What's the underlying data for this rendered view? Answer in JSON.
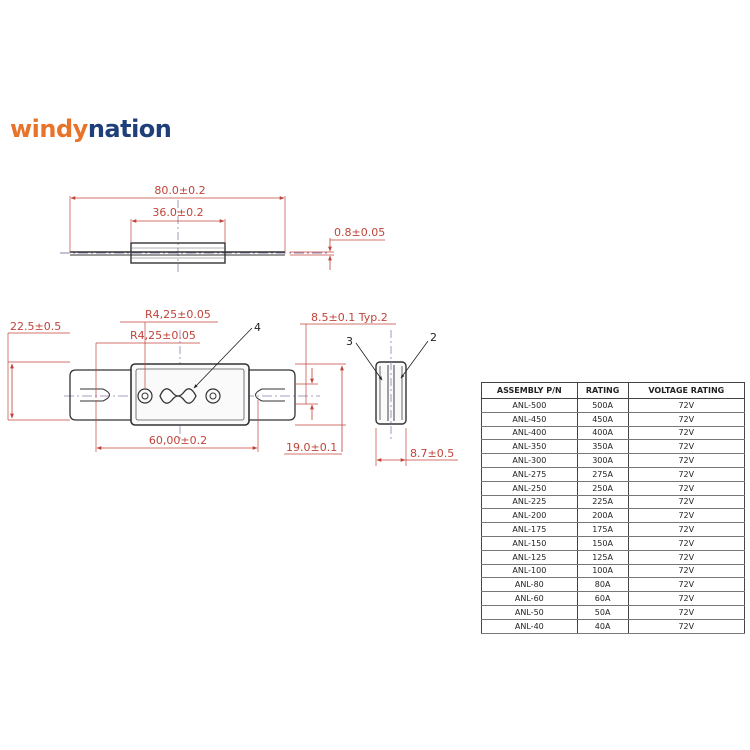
{
  "brand": {
    "part1": "windy",
    "part2": "nation"
  },
  "dimensions": {
    "overall_length": "80.0±0.2",
    "body_length_top": "36.0±0.2",
    "thickness": "0.8±0.05",
    "radius_a": "R4,25±0.05",
    "radius_b": "R4,25±0.05",
    "slot_width": "8.5±0.1 Typ.2",
    "tab_height": "22.5±0.5",
    "mount_spacing": "60,00±0.2",
    "body_width": "19.0±0.1",
    "side_depth": "8.7±0.5"
  },
  "callouts": {
    "c2": "2",
    "c3": "3",
    "c4": "4"
  },
  "table": {
    "headers": [
      "ASSEMBLY P/N",
      "RATING",
      "VOLTAGE RATING"
    ],
    "rows": [
      [
        "ANL-500",
        "500A",
        "72V"
      ],
      [
        "ANL-450",
        "450A",
        "72V"
      ],
      [
        "ANL-400",
        "400A",
        "72V"
      ],
      [
        "ANL-350",
        "350A",
        "72V"
      ],
      [
        "ANL-300",
        "300A",
        "72V"
      ],
      [
        "ANL-275",
        "275A",
        "72V"
      ],
      [
        "ANL-250",
        "250A",
        "72V"
      ],
      [
        "ANL-225",
        "225A",
        "72V"
      ],
      [
        "ANL-200",
        "200A",
        "72V"
      ],
      [
        "ANL-175",
        "175A",
        "72V"
      ],
      [
        "ANL-150",
        "150A",
        "72V"
      ],
      [
        "ANL-125",
        "125A",
        "72V"
      ],
      [
        "ANL-100",
        "100A",
        "72V"
      ],
      [
        "ANL-80",
        "80A",
        "72V"
      ],
      [
        "ANL-60",
        "60A",
        "72V"
      ],
      [
        "ANL-50",
        "50A",
        "72V"
      ],
      [
        "ANL-40",
        "40A",
        "72V"
      ]
    ]
  }
}
